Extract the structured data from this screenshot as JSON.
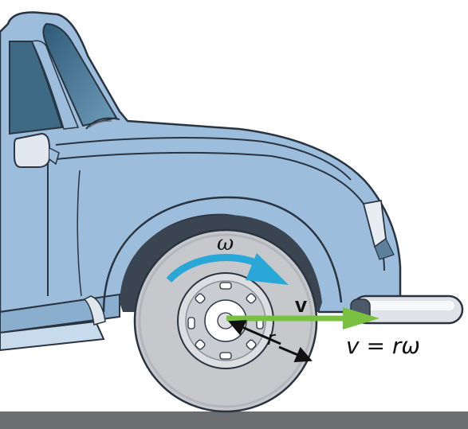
{
  "labels": {
    "omega": "ω",
    "velocity": "v",
    "radius": "r",
    "equation": "v = rω"
  },
  "colors": {
    "car_body": "#9cbedc",
    "car_outline": "#2a3340",
    "window": "#3e6a86",
    "tire": "#c6c8cc",
    "tire_dark": "#9ea2a8",
    "hub": "#dcdee1",
    "ground": "#6d6e71",
    "omega_arrow": "#29a7d6",
    "velocity_arrow": "#7ac142",
    "radius_arrow": "#111111"
  }
}
